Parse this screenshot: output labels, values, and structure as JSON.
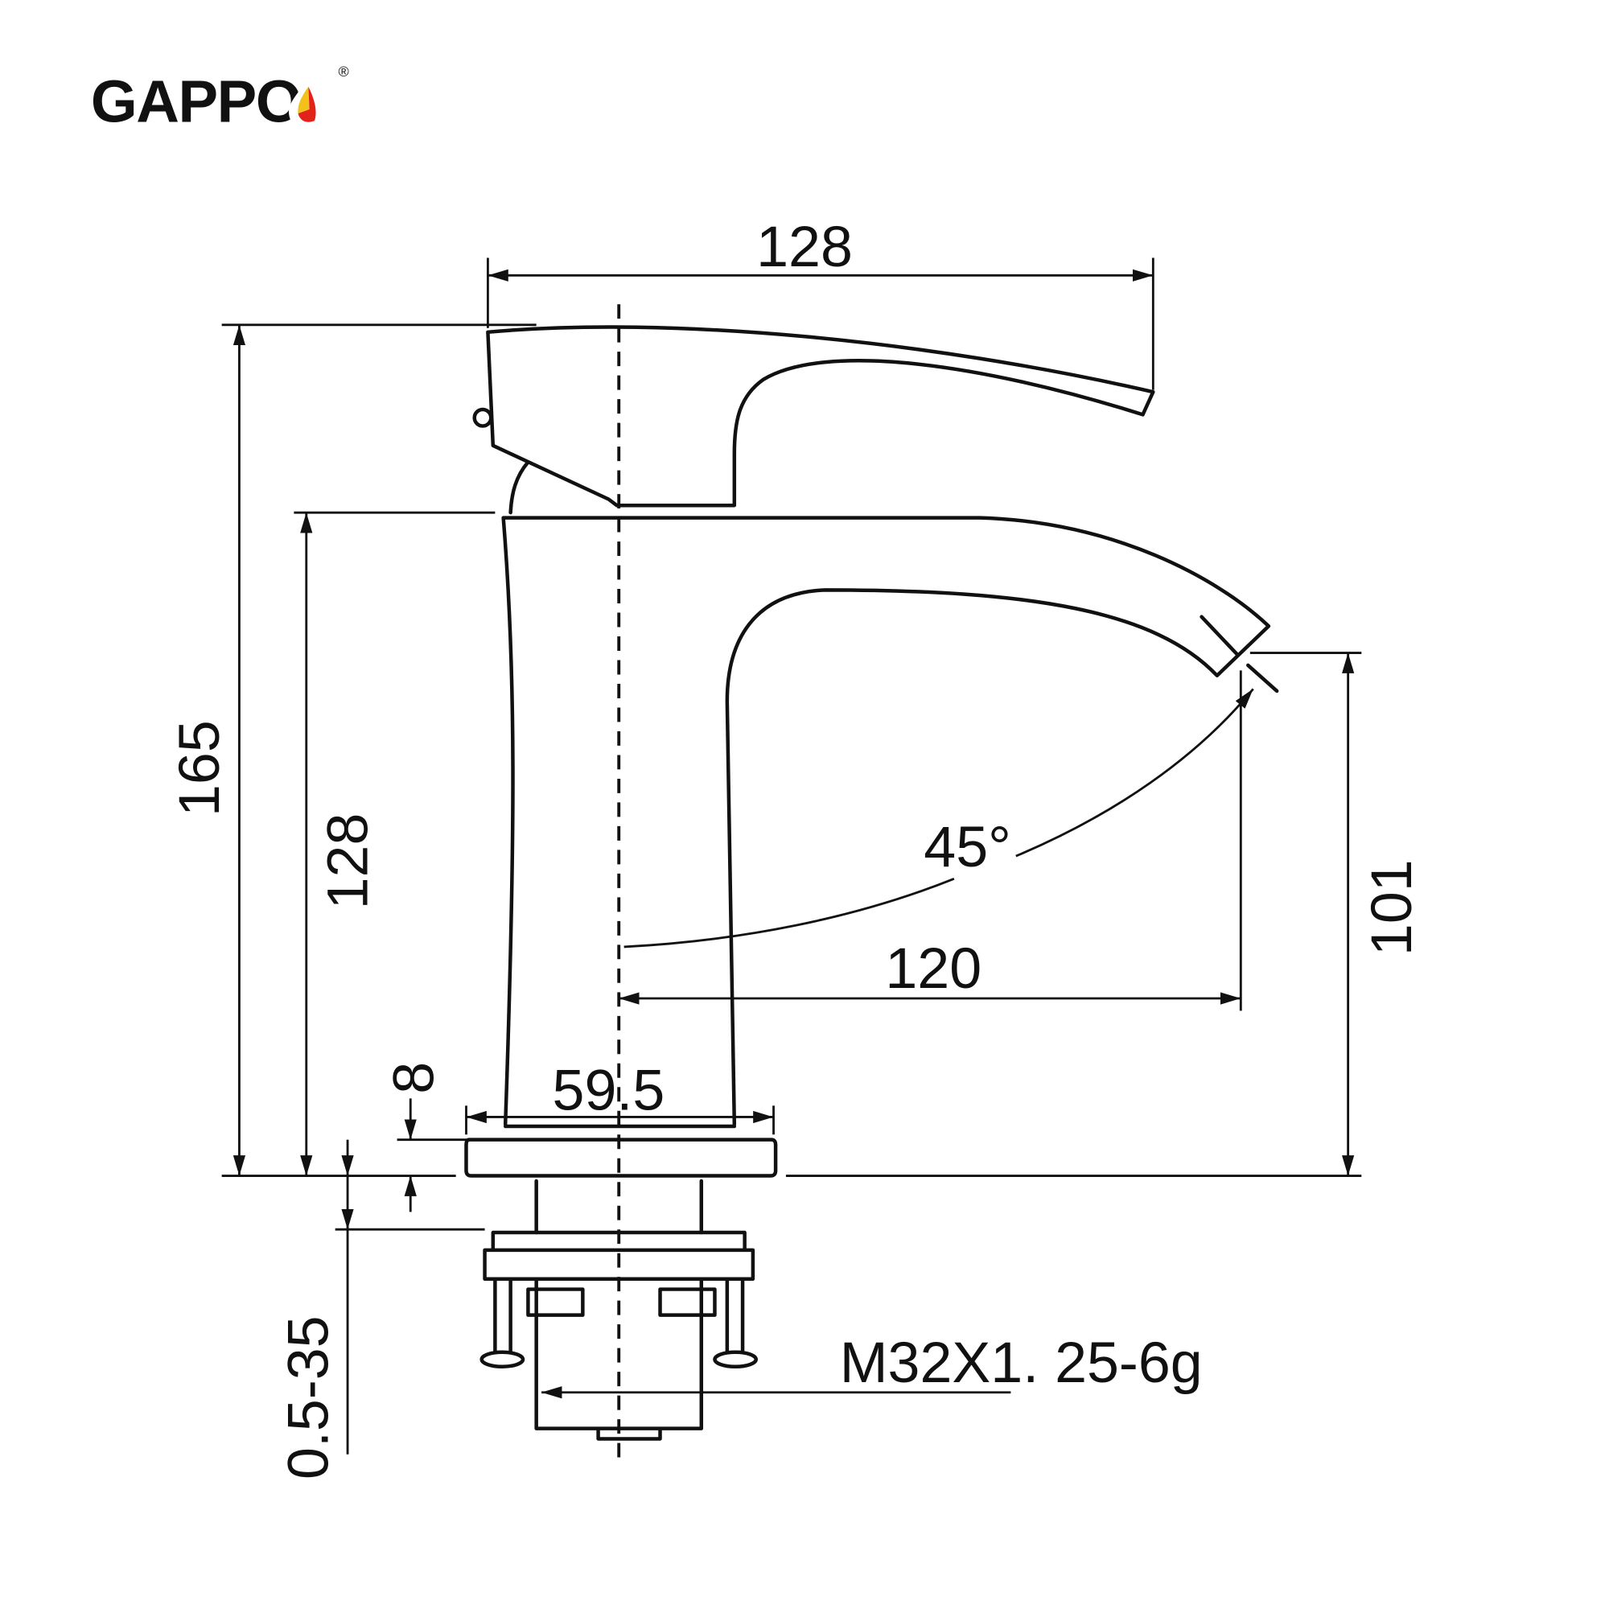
{
  "logo": {
    "brand": "GAPPO",
    "registered_mark": "®",
    "colors": {
      "yellow": "#f2c21b",
      "red": "#e2231a",
      "black": "#111111"
    }
  },
  "dimensions": {
    "handle_length": "128",
    "total_height": "165",
    "body_height": "128",
    "spout_height": "101",
    "spout_reach": "120",
    "swivel_angle": "45°",
    "base_thickness": "8",
    "base_diameter": "59.5",
    "countertop_thickness": "0.5-35",
    "thread_spec": "M32X1. 25-6g"
  }
}
